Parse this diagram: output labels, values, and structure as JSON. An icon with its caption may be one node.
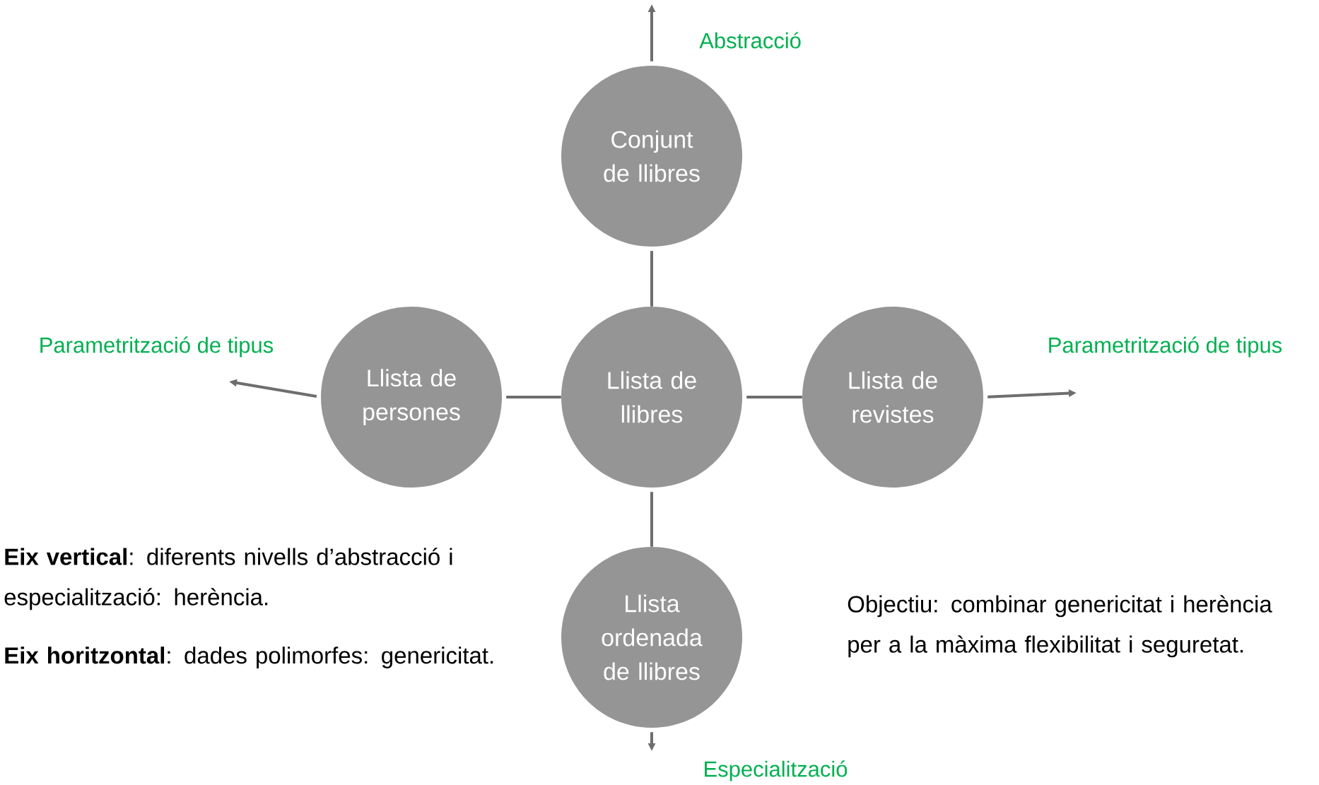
{
  "diagram": {
    "nodes": [
      {
        "text": [
          "Conjunt de llibres"
        ]
      },
      {
        "text": [
          "Llista de persones"
        ]
      },
      {
        "text": [
          "Llista de llibres"
        ]
      },
      {
        "text": [
          "Llista de revistes"
        ]
      },
      {
        "text": [
          "Llista ordenada de llibres"
        ]
      }
    ],
    "edges": [
      {
        "from": 0,
        "to": 2,
        "arrow": "none"
      },
      {
        "from": 1,
        "to": 2,
        "arrow": "none"
      },
      {
        "from": 2,
        "to": 3,
        "arrow": "none"
      },
      {
        "from": 2,
        "to": 4,
        "arrow": "none"
      },
      {
        "from": 0,
        "to": null,
        "arrow": "to",
        "label": "Abstracció"
      },
      {
        "from": 1,
        "to": null,
        "arrow": "to",
        "label": "Parametrització de tipus"
      },
      {
        "from": 3,
        "to": null,
        "arrow": "to",
        "label": "Parametrització de tipus"
      },
      {
        "from": 4,
        "to": null,
        "arrow": "to",
        "label": "Especialització"
      }
    ],
    "labels": [
      "**Eix vertical**: diferents nivells d’abstracció i especialització: herència.",
      "**Eix horitzontal**: dades polimorfes: genericitat.",
      "Objectiu: combinar genericitat i herència per a la màxima flexibilitat i seguretat."
    ]
  }
}
